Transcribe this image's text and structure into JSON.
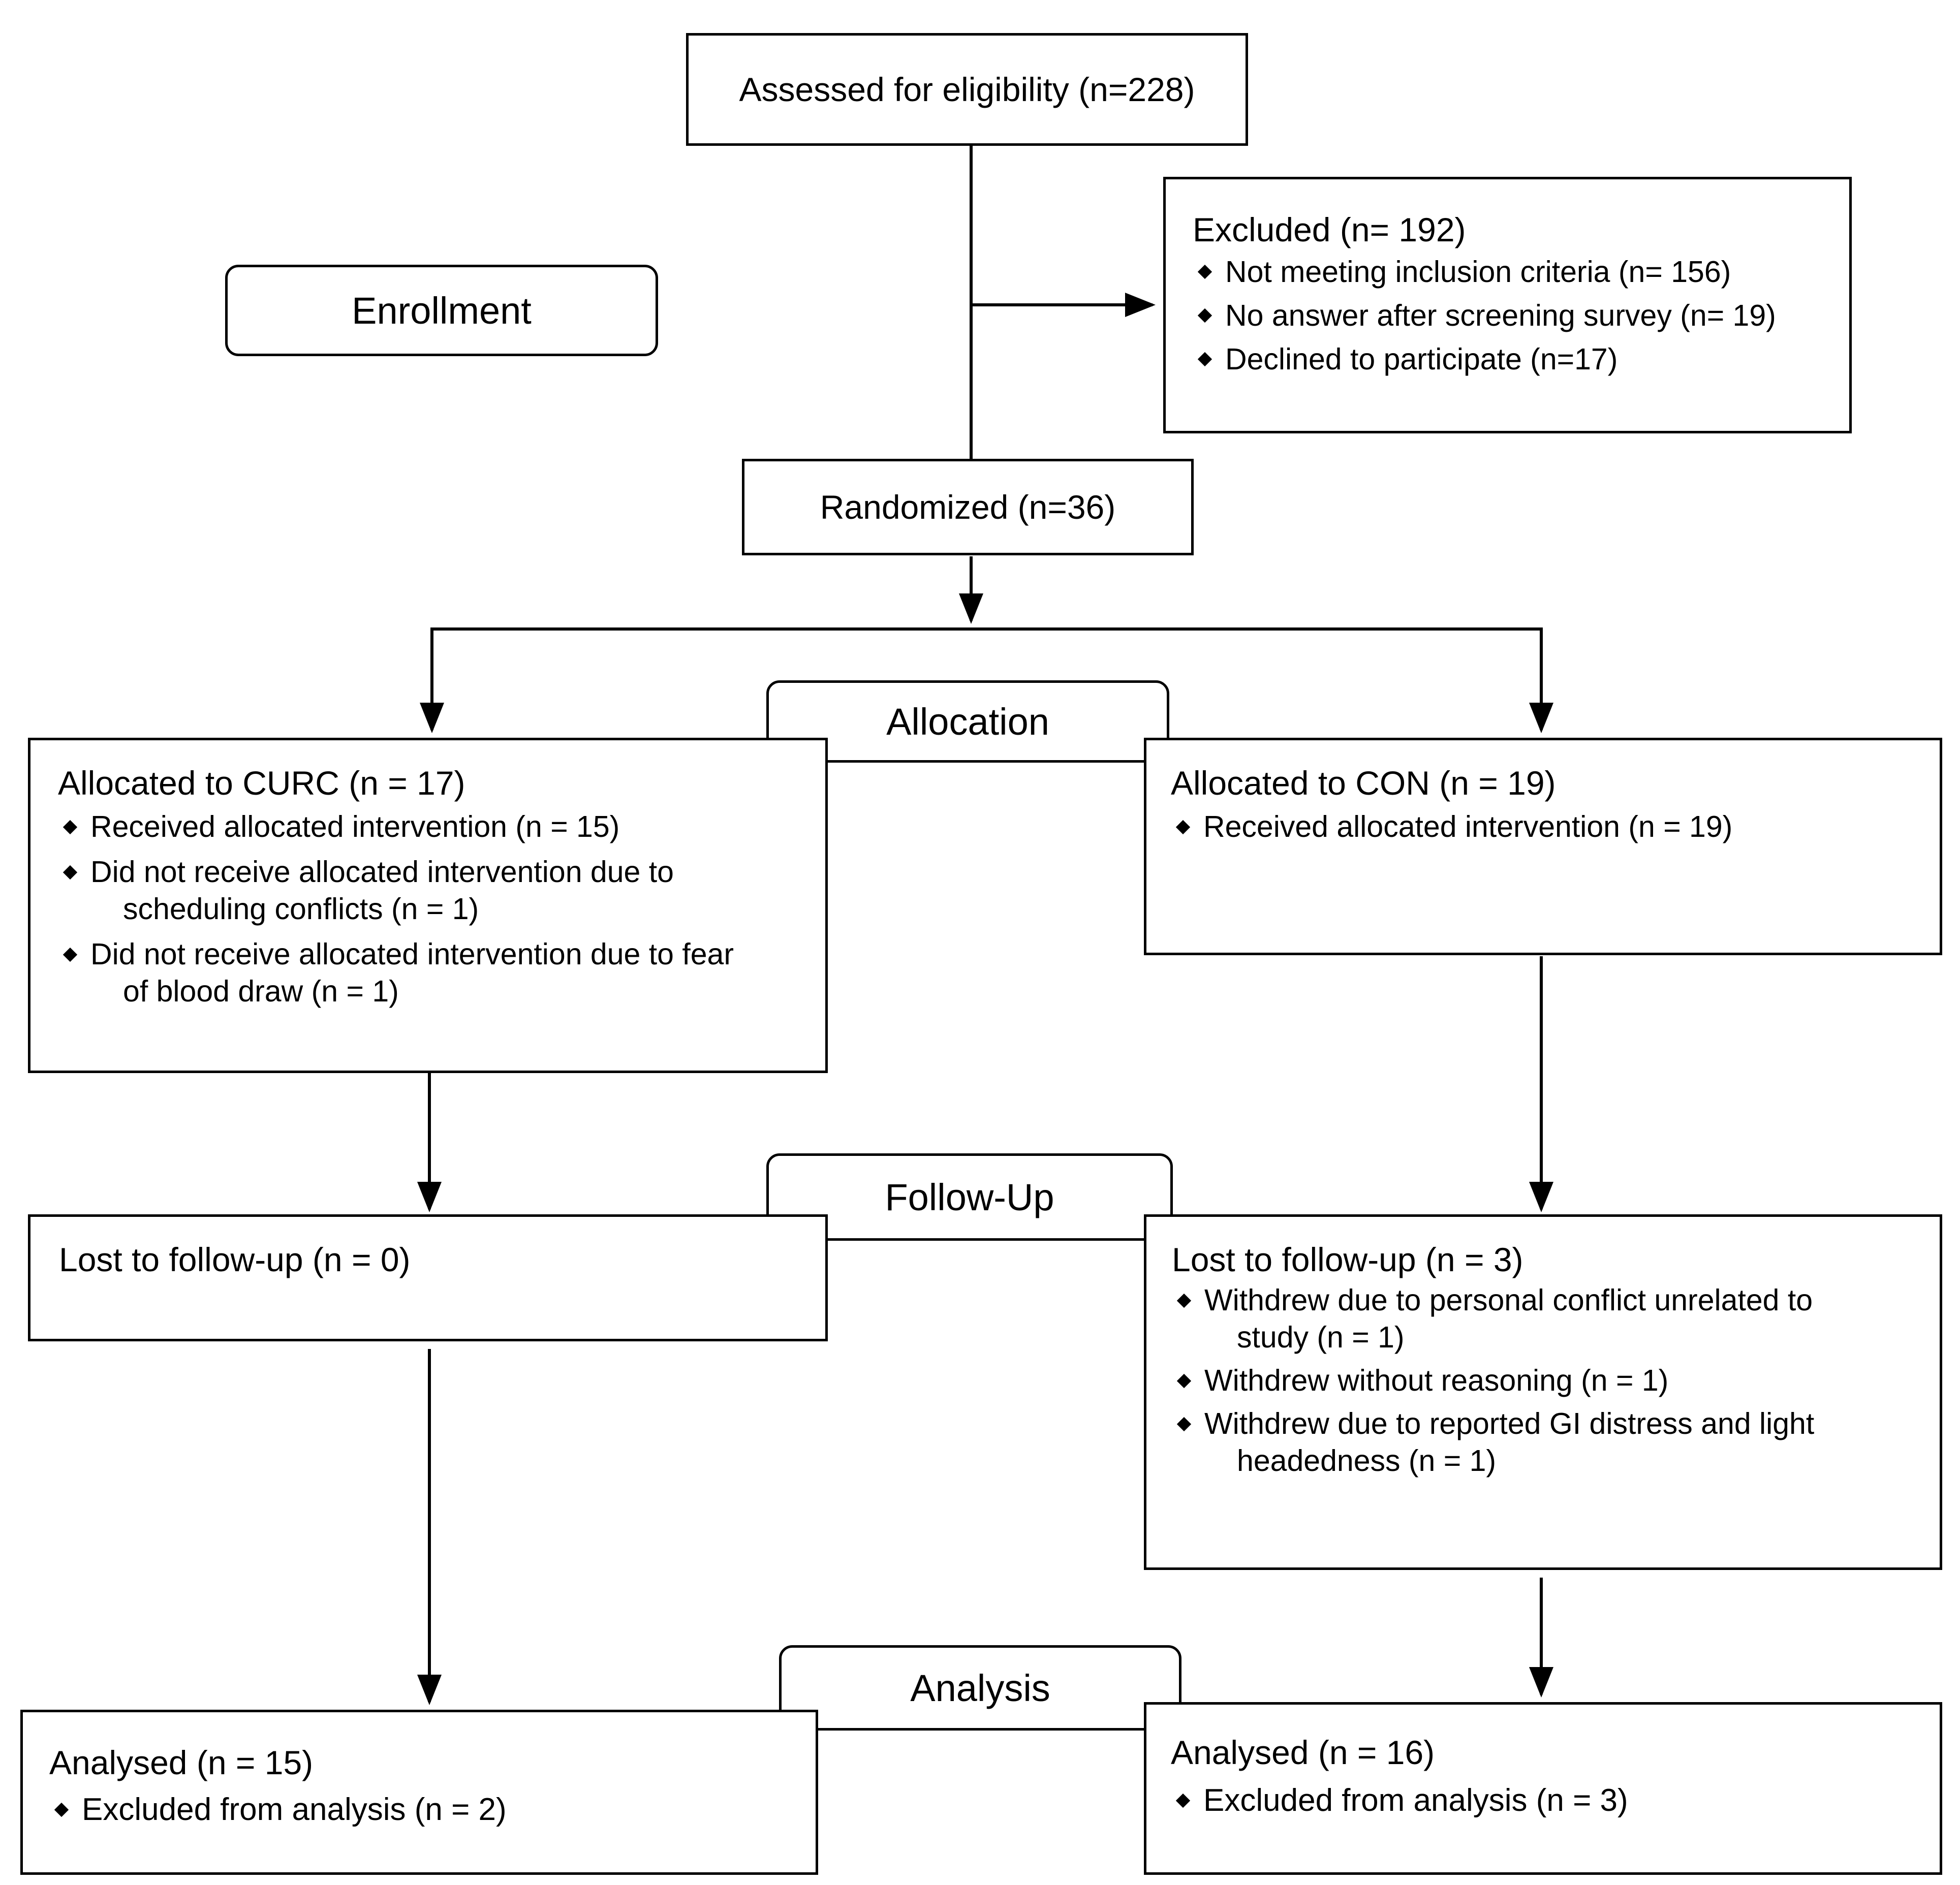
{
  "stages": {
    "enrollment": "Enrollment",
    "allocation": "Allocation",
    "follow_up": "Follow-Up",
    "analysis": "Analysis"
  },
  "assessed": {
    "title": "Assessed for eligibility (n=228)"
  },
  "excluded": {
    "title": "Excluded (n= 192)",
    "items": [
      "Not meeting inclusion criteria (n= 156)",
      "No answer after screening survey (n= 19)",
      "Declined to participate (n=17)"
    ]
  },
  "randomized": {
    "title": "Randomized (n=36)"
  },
  "allocated_curc": {
    "title": "Allocated to CURC (n = 17)",
    "items": [
      {
        "line1": "Received allocated intervention (n = 15)",
        "line2": ""
      },
      {
        "line1": "Did not receive allocated intervention due to",
        "line2": "scheduling conflicts (n = 1)"
      },
      {
        "line1": "Did not receive allocated intervention due to fear",
        "line2": "of blood draw (n = 1)"
      }
    ]
  },
  "allocated_con": {
    "title": "Allocated to CON (n = 19)",
    "items": [
      {
        "line1": "Received allocated intervention (n = 19)",
        "line2": ""
      }
    ]
  },
  "lost_curc": {
    "title": "Lost to follow-up (n = 0)"
  },
  "lost_con": {
    "title": "Lost to follow-up (n = 3)",
    "items": [
      {
        "line1": "Withdrew due to personal conflict unrelated to",
        "line2": "study (n = 1)"
      },
      {
        "line1": "Withdrew without reasoning (n = 1)",
        "line2": ""
      },
      {
        "line1": "Withdrew due to reported GI distress and light",
        "line2": "headedness (n = 1)"
      }
    ]
  },
  "analysed_curc": {
    "title": "Analysed (n = 15)",
    "items": [
      {
        "line1": "Excluded from analysis (n = 2)",
        "line2": ""
      }
    ]
  },
  "analysed_con": {
    "title": "Analysed (n = 16)",
    "items": [
      {
        "line1": "Excluded from analysis (n = 3)",
        "line2": ""
      }
    ]
  }
}
